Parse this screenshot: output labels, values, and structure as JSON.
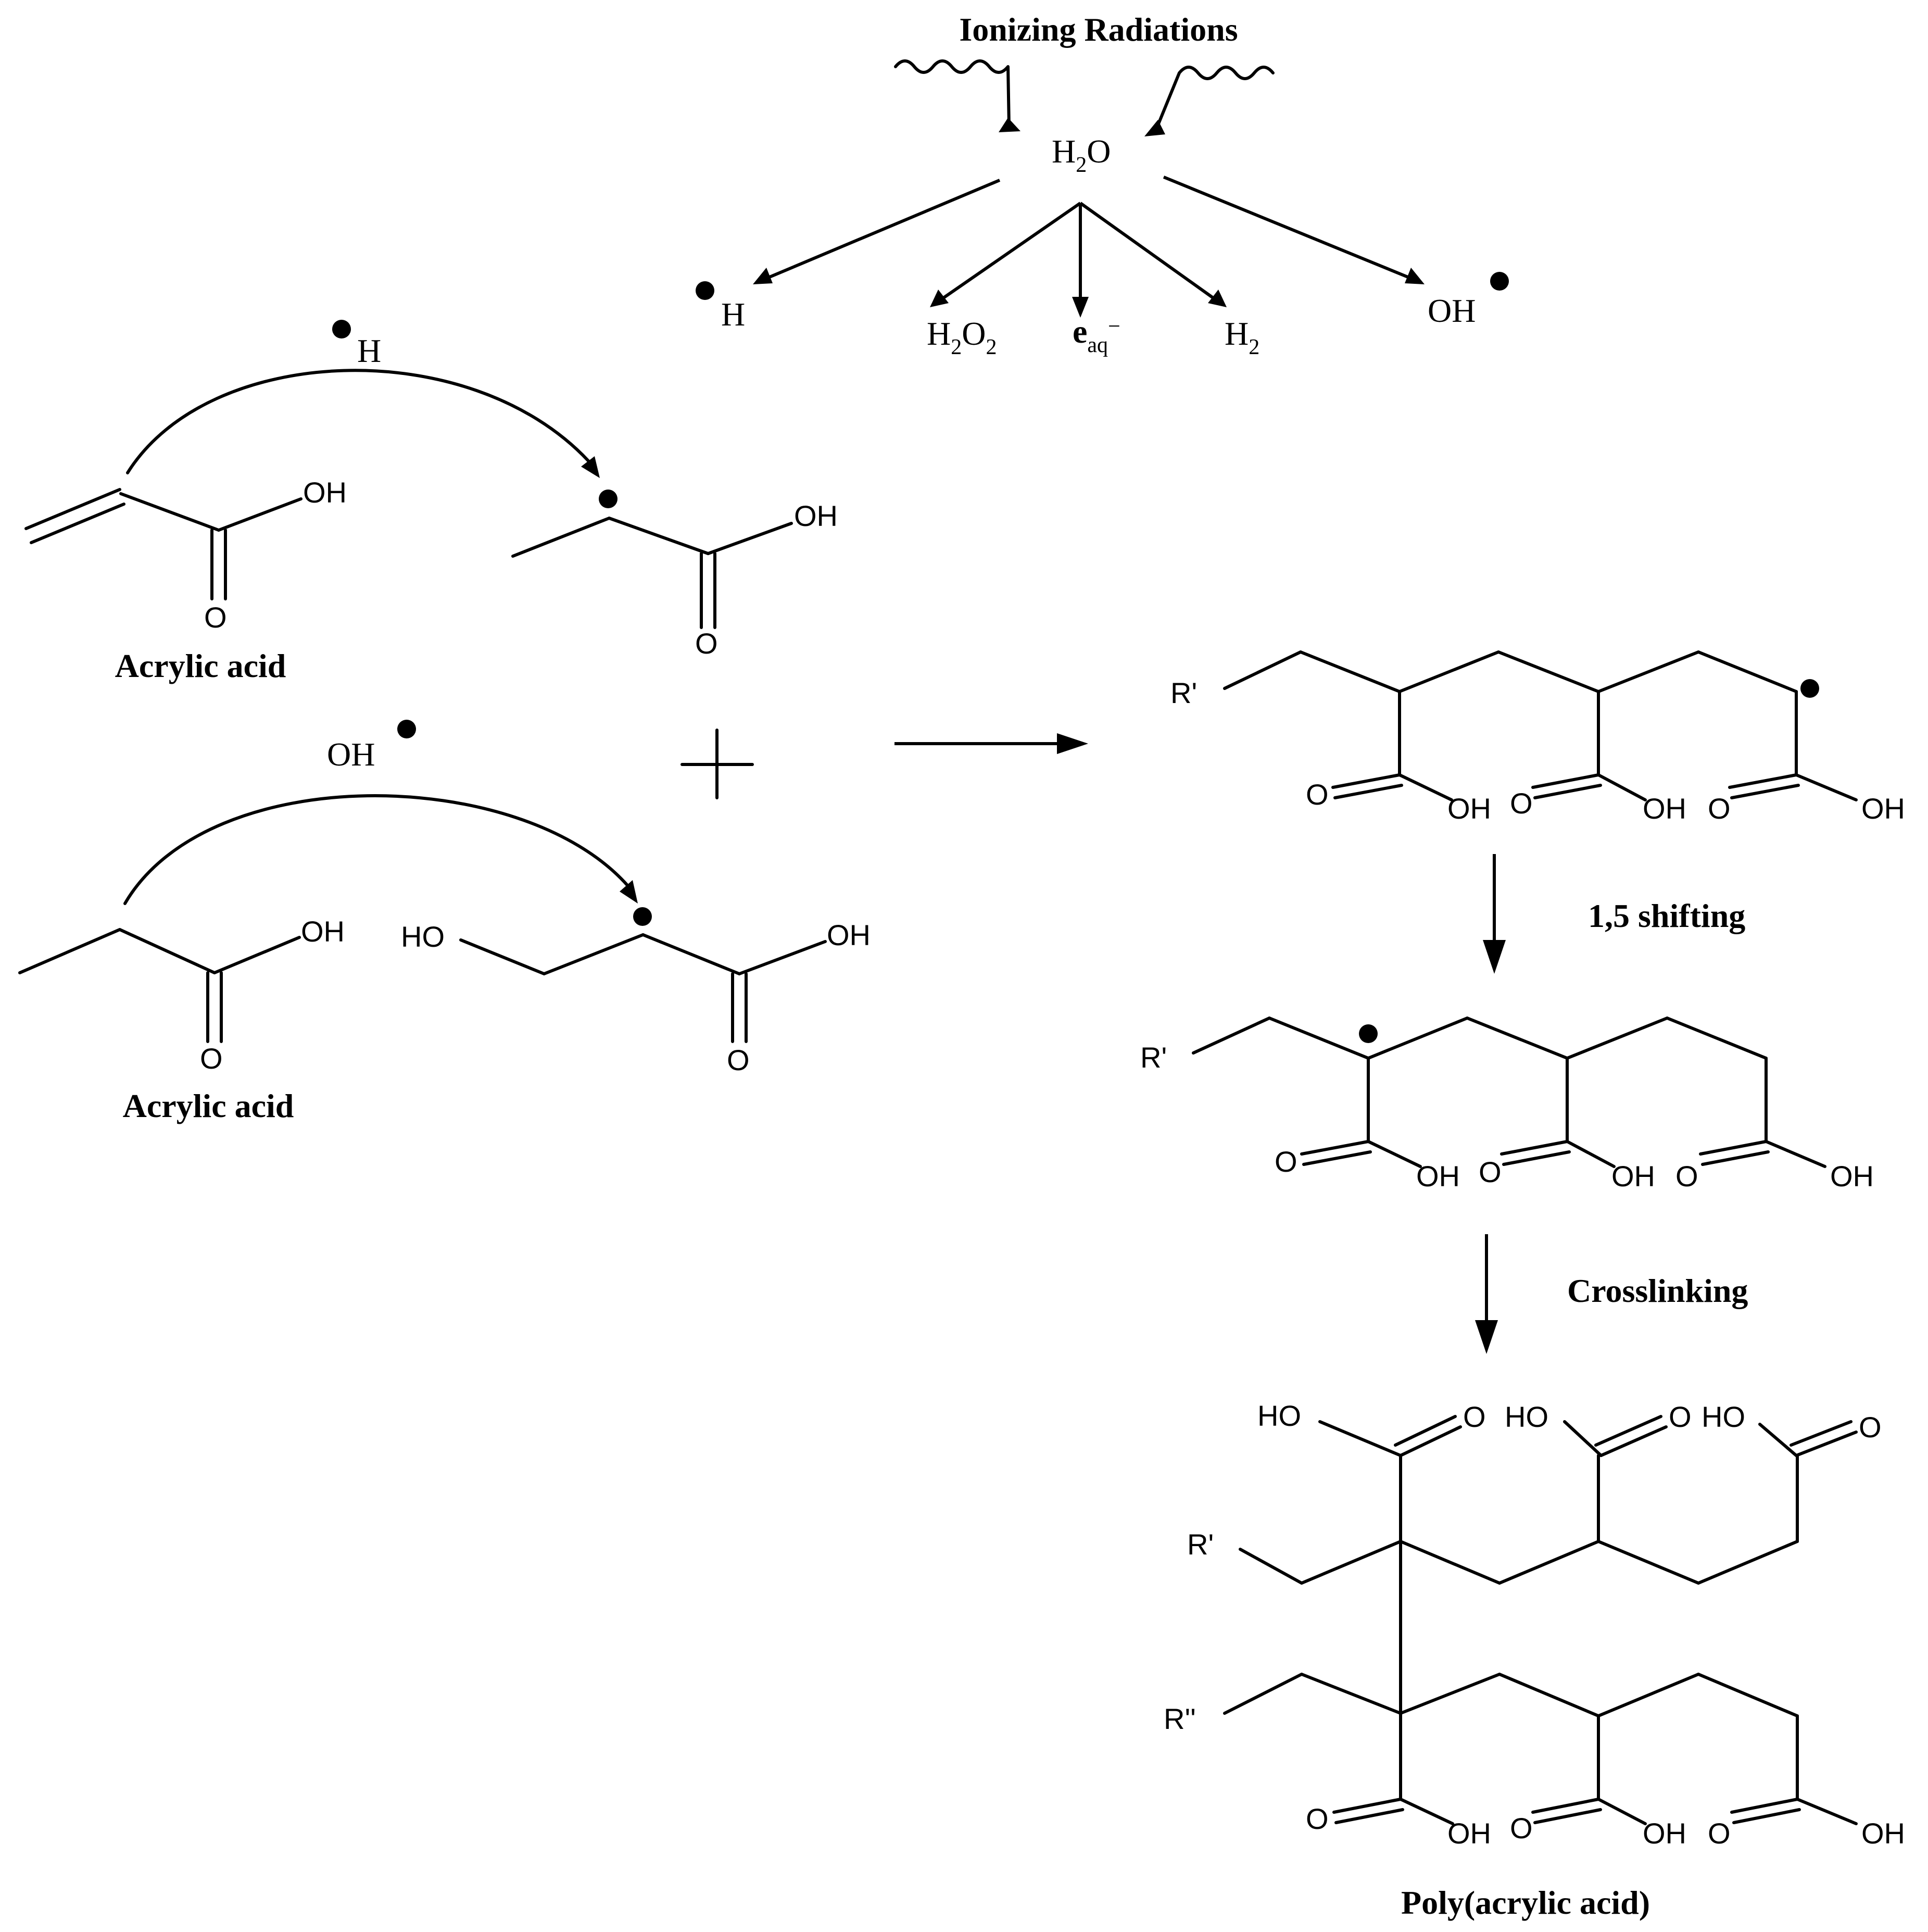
{
  "top": {
    "title": "Ionizing Radiations",
    "water": {
      "main": "H",
      "sub": "2",
      "tail": "O"
    },
    "h_radical": "H",
    "h2o2": {
      "a": "H",
      "s1": "2",
      "b": "O",
      "s2": "2"
    },
    "eaq": {
      "main": "e",
      "sub": "aq",
      "sup": "−"
    },
    "h2": {
      "main": "H",
      "sub": "2"
    },
    "oh_radical": "OH"
  },
  "left": {
    "h_attack": "H",
    "oh_attack": "OH",
    "oh": "OH",
    "ho": "HO",
    "o": "O",
    "acrylic_label_1": "Acrylic acid",
    "acrylic_label_2": "Acrylic acid"
  },
  "center": {
    "plus": "+"
  },
  "right": {
    "r1": "R'",
    "r2": "R''",
    "oh": "OH",
    "ho": "HO",
    "o": "O",
    "step1": "1,5 shifting",
    "step2": "Crosslinking",
    "product": "Poly(acrylic acid)"
  }
}
